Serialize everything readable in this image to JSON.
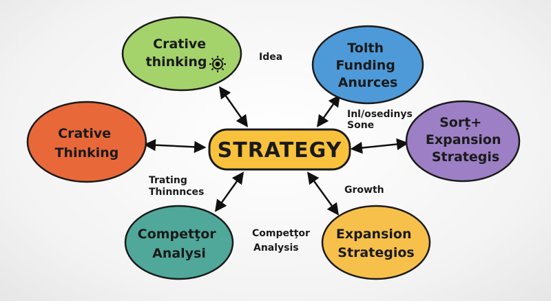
{
  "center": {
    "label": "STRATEGY",
    "color": "#f9c23c"
  },
  "nodes": {
    "top_left": {
      "lines": [
        "Crative",
        "thinking"
      ],
      "color": "#a3d36a",
      "icon": "gear-lightbulb-icon"
    },
    "top_right": {
      "lines": [
        "Tolth",
        "Funding",
        "Anurces"
      ],
      "color": "#4e9ad8"
    },
    "left": {
      "lines": [
        "Crative",
        "Thinking"
      ],
      "color": "#e8683a"
    },
    "right": {
      "lines": [
        "Sorț+",
        "Expansion",
        "Strategis"
      ],
      "color": "#9c7fc4"
    },
    "bottom_left": {
      "lines": [
        "Competţor",
        "Analysi"
      ],
      "color": "#50a89a"
    },
    "bottom_right": {
      "lines": [
        "Expansion",
        "Strategios"
      ],
      "color": "#f6c04a"
    }
  },
  "labels": {
    "idea": "Idea",
    "inl_line1": "Inl/osedinys",
    "inl_line2": "Sone",
    "trating_line1": "Trating",
    "trating_line2": "Thinnnces",
    "growth": "Growth",
    "competitor_line1": "Competţor",
    "competitor_line2": "Analysis"
  },
  "colors": {
    "arrow": "#111111",
    "outline": "#1a1a1a"
  }
}
